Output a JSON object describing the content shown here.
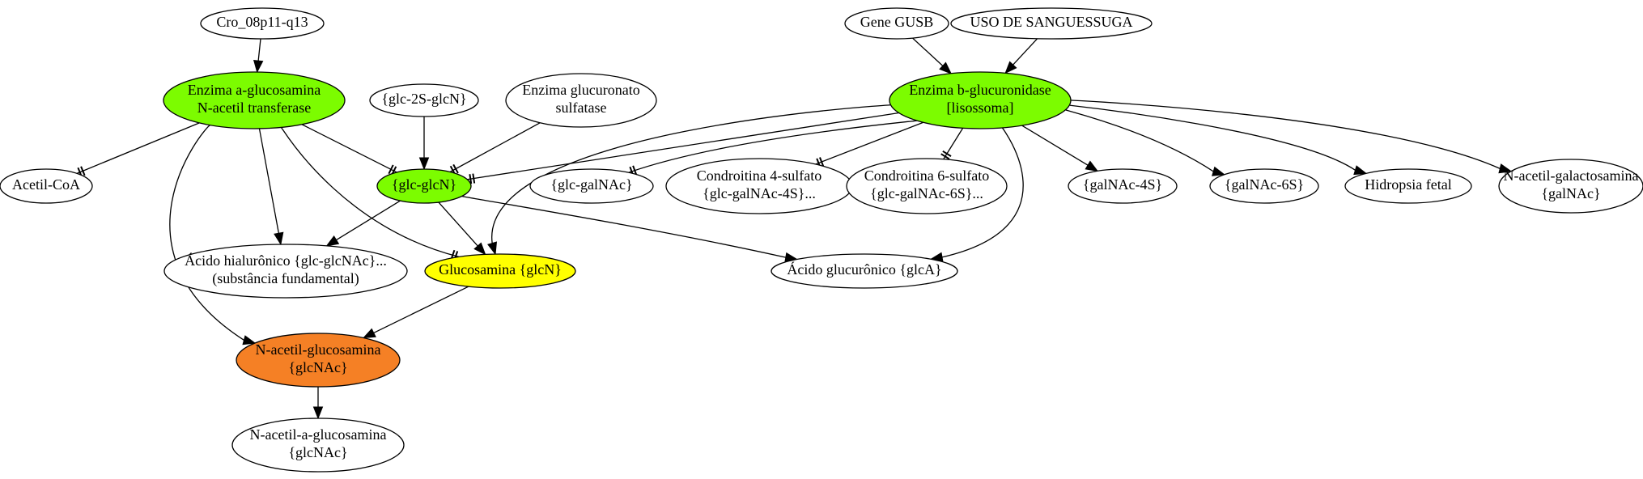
{
  "colors": {
    "green": "#7cfc00",
    "yellow": "#ffff00",
    "orange": "#f58025",
    "white": "#ffffff",
    "stroke": "#000000"
  },
  "nodes": {
    "cro": {
      "lines": [
        "Cro_08p11-q13"
      ],
      "fill": "white"
    },
    "enzima_a": {
      "lines": [
        "Enzima a-glucosamina",
        "N-acetil transferase"
      ],
      "fill": "green"
    },
    "glc2s": {
      "lines": [
        "{glc-2S-glcN}"
      ],
      "fill": "white"
    },
    "enz_glucuronato": {
      "lines": [
        "Enzima glucuronato",
        "sulfatase"
      ],
      "fill": "white"
    },
    "gene_gusb": {
      "lines": [
        "Gene GUSB"
      ],
      "fill": "white"
    },
    "uso": {
      "lines": [
        "USO DE SANGUESSUGA"
      ],
      "fill": "white"
    },
    "enzima_b": {
      "lines": [
        "Enzima b-glucuronidase",
        "[lisossoma]"
      ],
      "fill": "green"
    },
    "acetil_coa": {
      "lines": [
        "Acetil-CoA"
      ],
      "fill": "white"
    },
    "glcglcn": {
      "lines": [
        "{glc-glcN}"
      ],
      "fill": "green"
    },
    "glcgalnac": {
      "lines": [
        "{glc-galNAc}"
      ],
      "fill": "white"
    },
    "condro4": {
      "lines": [
        "Condroitina 4-sulfato",
        "{glc-galNAc-4S}..."
      ],
      "fill": "white"
    },
    "condro6": {
      "lines": [
        "Condroitina 6-sulfato",
        "{glc-galNAc-6S}..."
      ],
      "fill": "white"
    },
    "galnac4s": {
      "lines": [
        "{galNAc-4S}"
      ],
      "fill": "white"
    },
    "galnac6s": {
      "lines": [
        "{galNAc-6S}"
      ],
      "fill": "white"
    },
    "hidropsia": {
      "lines": [
        "Hidropsia fetal"
      ],
      "fill": "white"
    },
    "nacetil_galacto": {
      "lines": [
        "N-acetil-galactosamina",
        "{galNAc}"
      ],
      "fill": "white"
    },
    "hialuronico": {
      "lines": [
        "Ácido hialurônico {glc-glcNAc}...",
        "(substância fundamental)"
      ],
      "fill": "white"
    },
    "glucosamina": {
      "lines": [
        "Glucosamina {glcN}"
      ],
      "fill": "yellow"
    },
    "glucuronico": {
      "lines": [
        "Ácido glucurônico {glcA}"
      ],
      "fill": "white"
    },
    "nacetil_glucos": {
      "lines": [
        "N-acetil-glucosamina",
        "{glcNAc}"
      ],
      "fill": "orange"
    },
    "nacetil_a_glucos": {
      "lines": [
        "N-acetil-a-glucosamina",
        "{glcNAc}"
      ],
      "fill": "white"
    }
  },
  "edges": [
    {
      "from": "cro",
      "to": "enzima_a",
      "type": "arrow"
    },
    {
      "from": "gene_gusb",
      "to": "enzima_b",
      "type": "arrow"
    },
    {
      "from": "uso",
      "to": "enzima_b",
      "type": "arrow"
    },
    {
      "from": "enzima_a",
      "to": "acetil_coa",
      "type": "tee"
    },
    {
      "from": "enzima_a",
      "to": "glcglcn",
      "type": "tee"
    },
    {
      "from": "enzima_a",
      "to": "hialuronico",
      "type": "arrow"
    },
    {
      "from": "enzima_a",
      "to": "glucosamina",
      "type": "tee"
    },
    {
      "from": "enzima_a",
      "to": "nacetil_glucos",
      "type": "arrow"
    },
    {
      "from": "glc2s",
      "to": "glcglcn",
      "type": "arrow"
    },
    {
      "from": "enz_glucuronato",
      "to": "glcglcn",
      "type": "tee"
    },
    {
      "from": "enzima_b",
      "to": "glcglcn",
      "type": "tee"
    },
    {
      "from": "enzima_b",
      "to": "glucosamina",
      "type": "arrow"
    },
    {
      "from": "enzima_b",
      "to": "glcgalnac",
      "type": "tee"
    },
    {
      "from": "enzima_b",
      "to": "condro4",
      "type": "tee"
    },
    {
      "from": "enzima_b",
      "to": "condro6",
      "type": "tee"
    },
    {
      "from": "enzima_b",
      "to": "galnac4s",
      "type": "arrow"
    },
    {
      "from": "enzima_b",
      "to": "galnac6s",
      "type": "arrow"
    },
    {
      "from": "enzima_b",
      "to": "hidropsia",
      "type": "arrow"
    },
    {
      "from": "enzima_b",
      "to": "nacetil_galacto",
      "type": "arrow"
    },
    {
      "from": "enzima_b",
      "to": "glucuronico",
      "type": "arrow"
    },
    {
      "from": "glcglcn",
      "to": "hialuronico",
      "type": "arrow"
    },
    {
      "from": "glcglcn",
      "to": "glucosamina",
      "type": "arrow"
    },
    {
      "from": "glcglcn",
      "to": "glucuronico",
      "type": "arrow"
    },
    {
      "from": "glucosamina",
      "to": "nacetil_glucos",
      "type": "arrow"
    },
    {
      "from": "nacetil_glucos",
      "to": "nacetil_a_glucos",
      "type": "arrow"
    }
  ]
}
